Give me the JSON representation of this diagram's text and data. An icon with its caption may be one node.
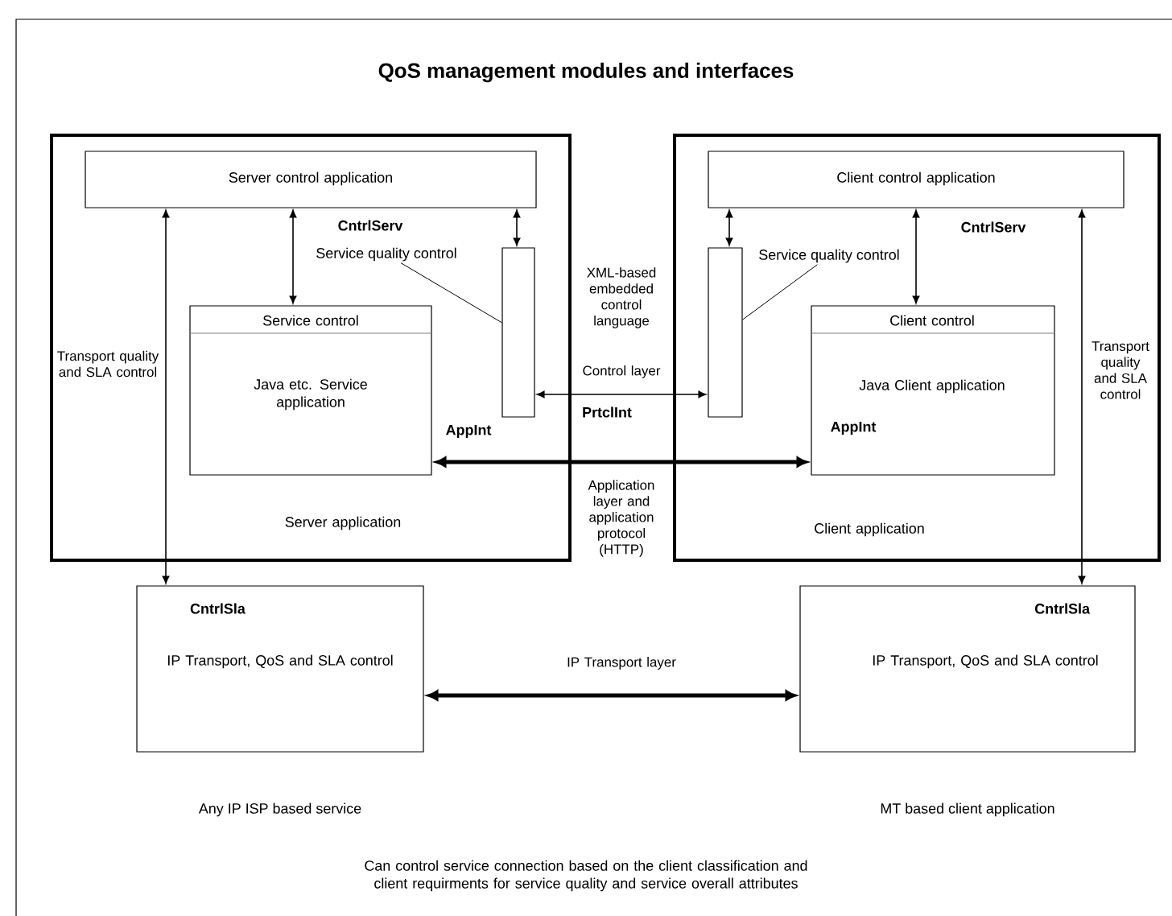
{
  "diagram": {
    "title": "QoS management modules and interfaces",
    "caption": "Can control service connection based on the client classification and client requirments for service quality and service overall attributes",
    "nodes": [
      {
        "text": [
          "Server application"
        ]
      },
      {
        "text": [
          "Server control application"
        ],
        "in": 0
      },
      {
        "text": [
          "Service quality control"
        ],
        "in": 0
      },
      {
        "text": [
          "Service control",
          "Java etc. Service application"
        ],
        "in": 0
      },
      {
        "text": [],
        "shape": "box",
        "in": 0
      },
      {
        "text": [
          "Client application"
        ]
      },
      {
        "text": [
          "Client control application"
        ],
        "in": 5
      },
      {
        "text": [],
        "shape": "box",
        "in": 5
      },
      {
        "text": [
          "Service quality control"
        ],
        "in": 5
      },
      {
        "text": [
          "Client control",
          "Java Client application"
        ],
        "in": 5
      },
      {
        "text": [
          "CntrlSla",
          "IP Transport, QoS and SLA control"
        ],
        "beside": [
          "Any IP ISP based service"
        ]
      },
      {
        "text": [
          "CntrlSla",
          "IP Transport, QoS and SLA control"
        ],
        "beside": [
          "MT based client application"
        ]
      }
    ],
    "edges": [
      {
        "from": 1,
        "to": 3,
        "arrow": "both",
        "label": "CntrlServ"
      },
      {
        "from": 1,
        "to": 4,
        "arrow": "both"
      },
      {
        "from": 2,
        "to": 4,
        "arrow": "none"
      },
      {
        "from": 6,
        "to": 7,
        "arrow": "both"
      },
      {
        "from": 6,
        "to": 9,
        "arrow": "both",
        "label": "CntrlServ"
      },
      {
        "from": 8,
        "to": 7,
        "arrow": "none"
      },
      {
        "from": 7,
        "to": 4,
        "arrow": "both",
        "label": "Control layer"
      },
      {
        "from": 3,
        "to": 9,
        "arrow": "both",
        "label": "Application layer and application protocol (HTTP)",
        "style": "thick"
      },
      {
        "from": 1,
        "to": 10,
        "arrow": "both",
        "label": "Transport quality and SLA control"
      },
      {
        "from": 6,
        "to": 11,
        "arrow": "both",
        "label": "Transport quality and SLA control"
      },
      {
        "from": 10,
        "to": 11,
        "arrow": "both",
        "label": "IP Transport layer",
        "style": "thick"
      }
    ],
    "labels": [
      "XML-based embedded control language",
      "PrtclInt",
      "AppInt",
      "AppInt"
    ]
  }
}
